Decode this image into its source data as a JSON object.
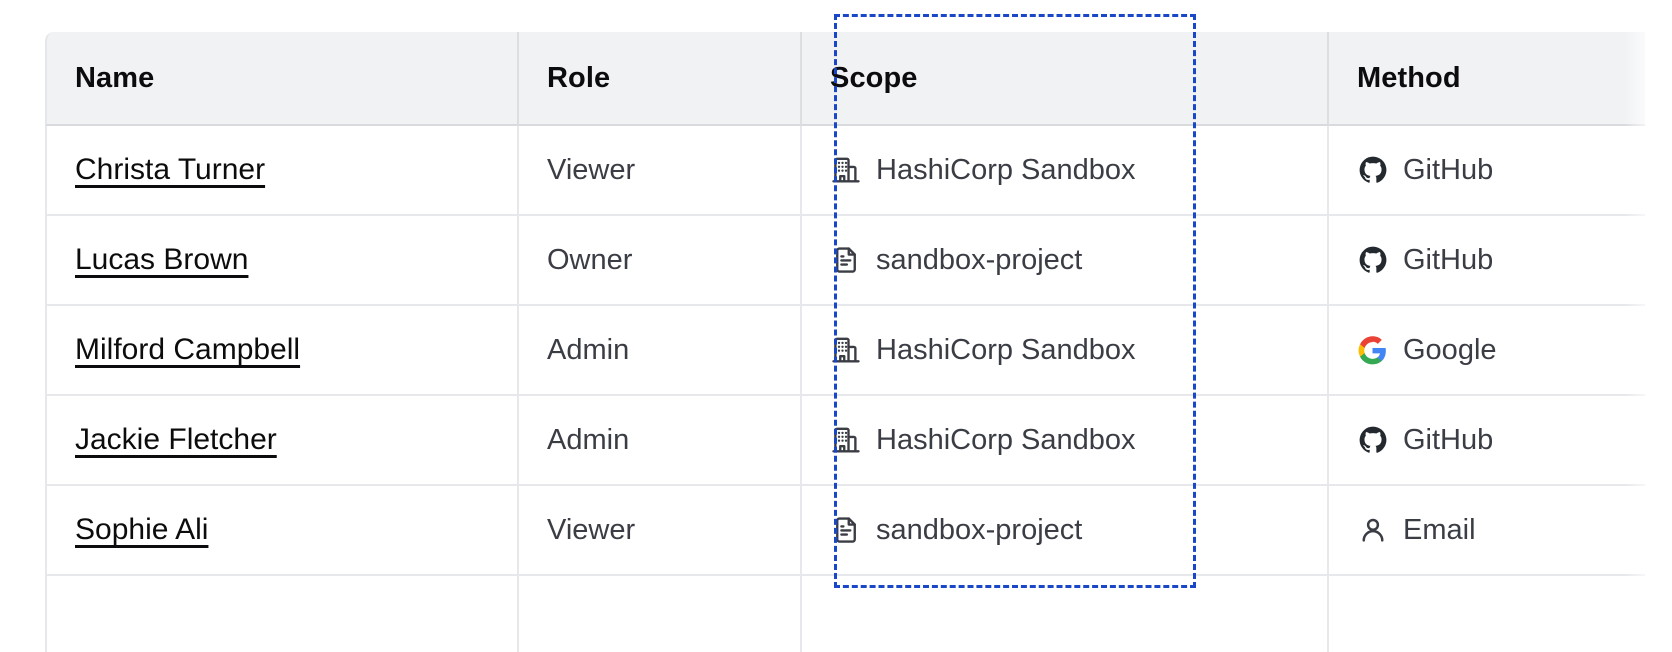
{
  "table": {
    "columns": [
      {
        "key": "name",
        "label": "Name"
      },
      {
        "key": "role",
        "label": "Role"
      },
      {
        "key": "scope",
        "label": "Scope"
      },
      {
        "key": "method",
        "label": "Method"
      }
    ],
    "rows": [
      {
        "name": "Christa Turner",
        "role": "Viewer",
        "scope": "HashiCorp Sandbox",
        "scope_icon": "building-icon",
        "method": "GitHub",
        "method_icon": "github-icon"
      },
      {
        "name": "Lucas Brown",
        "role": "Owner",
        "scope": "sandbox-project",
        "scope_icon": "document-icon",
        "method": "GitHub",
        "method_icon": "github-icon"
      },
      {
        "name": "Milford Campbell",
        "role": "Admin",
        "scope": "HashiCorp Sandbox",
        "scope_icon": "building-icon",
        "method": "Google",
        "method_icon": "google-icon"
      },
      {
        "name": "Jackie Fletcher",
        "role": "Admin",
        "scope": "HashiCorp Sandbox",
        "scope_icon": "building-icon",
        "method": "GitHub",
        "method_icon": "github-icon"
      },
      {
        "name": "Sophie Ali",
        "role": "Viewer",
        "scope": "sandbox-project",
        "scope_icon": "document-icon",
        "method": "Email",
        "method_icon": "user-icon"
      },
      {
        "name": "",
        "role": "",
        "scope": "",
        "scope_icon": "",
        "method": "",
        "method_icon": ""
      }
    ]
  },
  "highlight": {
    "target_column": "Scope",
    "border_color": "#1a47c8",
    "style": "dashed"
  },
  "colors": {
    "header_background": "#f1f2f4",
    "header_text": "#0c0c0e",
    "body_text": "#3b3d45",
    "link_text": "#0c0c0e",
    "row_border": "#e6e8ec",
    "icon": "#3b3d45",
    "google_blue": "#4285f4",
    "google_red": "#ea4335",
    "google_yellow": "#fbbc05",
    "google_green": "#34a853",
    "github_black": "#24292f"
  }
}
